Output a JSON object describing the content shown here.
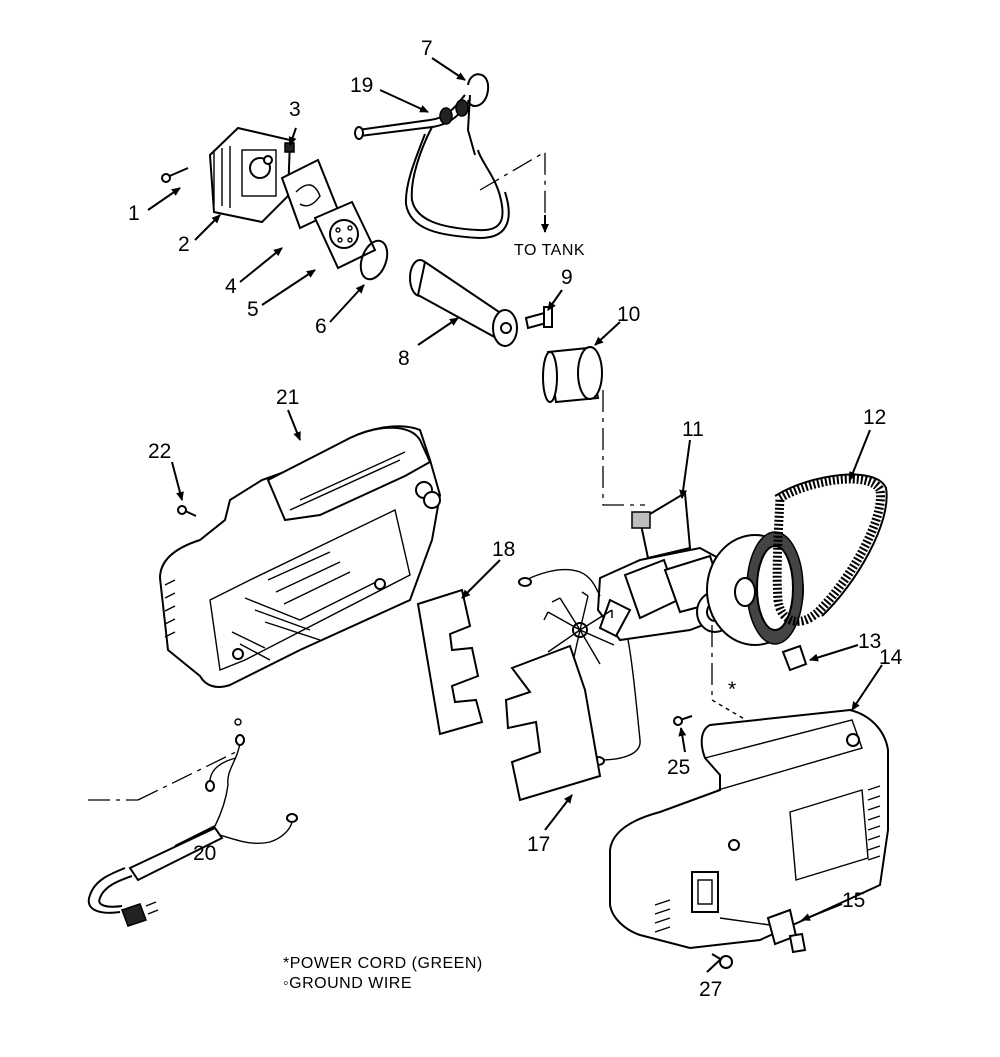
{
  "callouts": {
    "c1": "1",
    "c2": "2",
    "c3": "3",
    "c4": "4",
    "c5": "5",
    "c6": "6",
    "c7": "7",
    "c8": "8",
    "c9": "9",
    "c10": "10",
    "c11": "11",
    "c12": "12",
    "c13": "13",
    "c14": "14",
    "c15": "15",
    "c17": "17",
    "c18": "18",
    "c19": "19",
    "c20": "20",
    "c21": "21",
    "c22": "22",
    "c25": "25",
    "c27": "27"
  },
  "to_tank": "TO TANK",
  "star_mark": "*",
  "notes": {
    "power_cord": "*POWER  CORD  (GREEN)",
    "ground_wire": "◦GROUND  WIRE"
  }
}
